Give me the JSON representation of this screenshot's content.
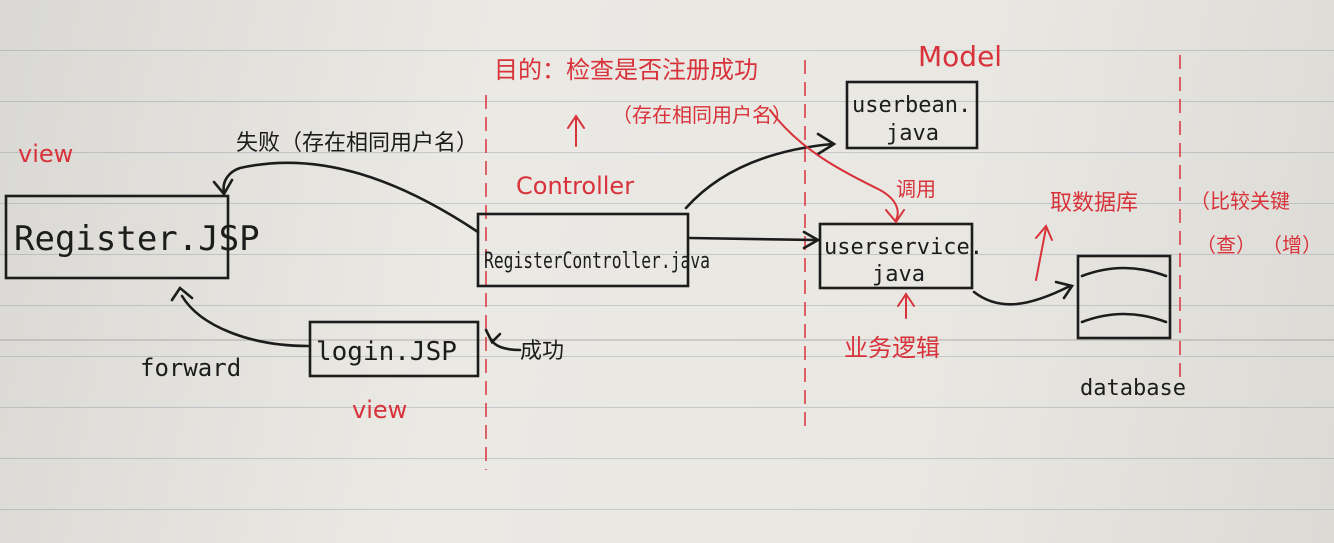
{
  "nodes": {
    "register_jsp": "Register.JSP",
    "register_controller": "RegisterController.java",
    "login_jsp": "login.JSP",
    "userbean": [
      "userbean.",
      "java"
    ],
    "userservice": [
      "userservice.",
      "java"
    ],
    "database": "database"
  },
  "labels": {
    "view_top": "view",
    "view_bottom": "view",
    "controller": "Controller",
    "model": "Model",
    "purpose_line1": "目的：检查是否注册成功",
    "purpose_line2": "（存在相同用户名）",
    "failure": "失败（存在相同用户名）",
    "success": "成功",
    "forward": "forward",
    "call": "调用",
    "business_logic": "业务逻辑",
    "db_access": "取数据库",
    "compare_keys": "（比较关键",
    "query": "（查）",
    "insert": "（增）"
  },
  "colors": {
    "ink": "#1c1c1c",
    "red": "#d8323a"
  }
}
